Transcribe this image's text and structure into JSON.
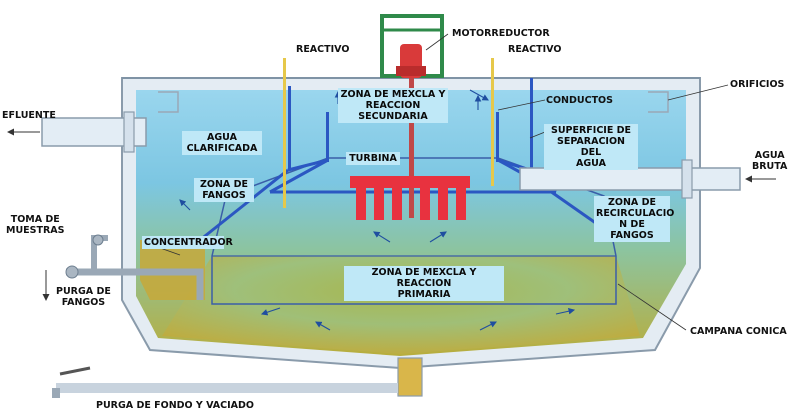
{
  "labels": {
    "motorreductor": "MOTORREDUCTOR",
    "reactivo_left": "REACTIVO",
    "reactivo_right": "REACTIVO",
    "orificios": "ORIFICIOS",
    "efluente": "EFLUENTE",
    "conductos": "CONDUCTOS",
    "agua_bruta_1": "AGUA",
    "agua_bruta_2": "BRUTA",
    "toma_1": "TOMA DE",
    "toma_2": "MUESTRAS",
    "purga_1": "PURGA DE",
    "purga_2": "FANGOS",
    "campana": "CAMPANA CONICA",
    "purga_fondo": "PURGA DE FONDO Y VACIADO"
  },
  "zones": {
    "secundaria_1": "ZONA DE MEXCLA Y",
    "secundaria_2": "REACCION",
    "secundaria_3": "SECUNDARIA",
    "agua_clar_1": "AGUA",
    "agua_clar_2": "CLARIFICADA",
    "superficie_1": "SUPERFICIE DE",
    "superficie_2": "SEPARACION DEL",
    "superficie_3": "AGUA",
    "turbina": "TURBINA",
    "fangos_1": "ZONA DE",
    "fangos_2": "FANGOS",
    "recirc_1": "ZONA DE",
    "recirc_2": "RECIRCULACIO",
    "recirc_3": "N DE FANGOS",
    "concentrador": "CONCENTRADOR",
    "primaria_1": "ZONA DE MEXCLA Y REACCION",
    "primaria_2": "PRIMARIA"
  },
  "colors": {
    "water": "#7ec8e3",
    "sludge": "#b9b13a",
    "wall": "#dfe9f2",
    "turbine": "#e8323f",
    "frame": "#2f8a4a",
    "baffle": "#2b57c2",
    "reagent": "#e6c84a"
  }
}
